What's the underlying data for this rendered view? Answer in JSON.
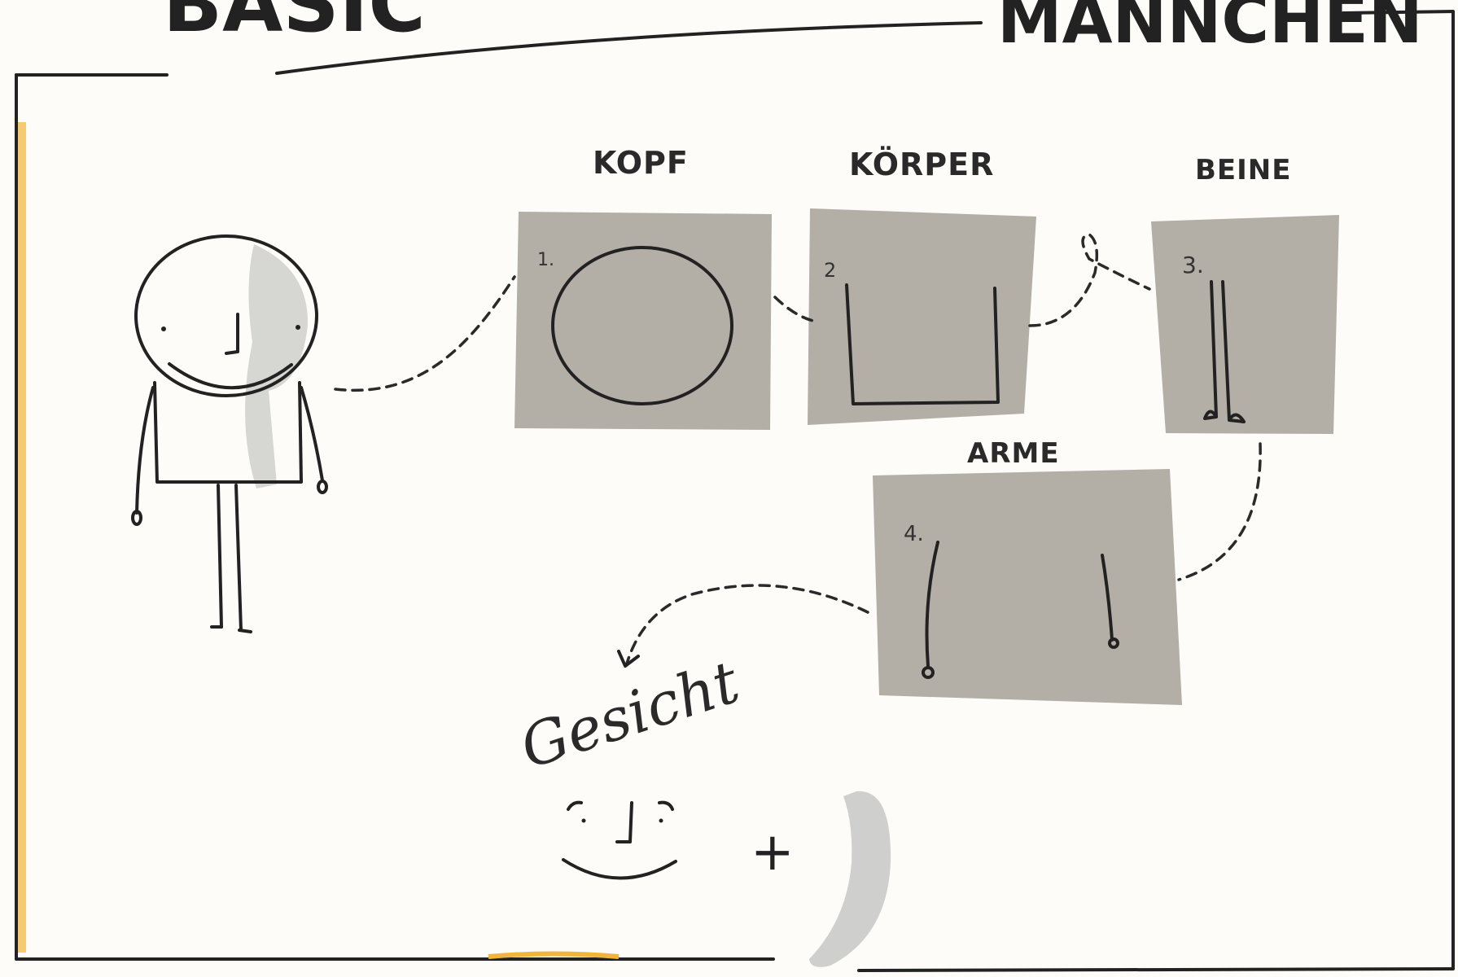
{
  "title": {
    "left": "BASIC",
    "right": "MÄNNCHEN"
  },
  "steps": [
    {
      "label": "KOPF",
      "number": "1."
    },
    {
      "label": "KÖRPER",
      "number": "2"
    },
    {
      "label": "BEINE",
      "number": "3."
    },
    {
      "label": "ARME",
      "number": "4."
    }
  ],
  "face": {
    "label": "Gesicht",
    "plus": "+"
  },
  "colors": {
    "accent": "#f1b53b",
    "panel": "#b3aea6",
    "ink": "#222222",
    "shadow": "#cfcfcd"
  }
}
